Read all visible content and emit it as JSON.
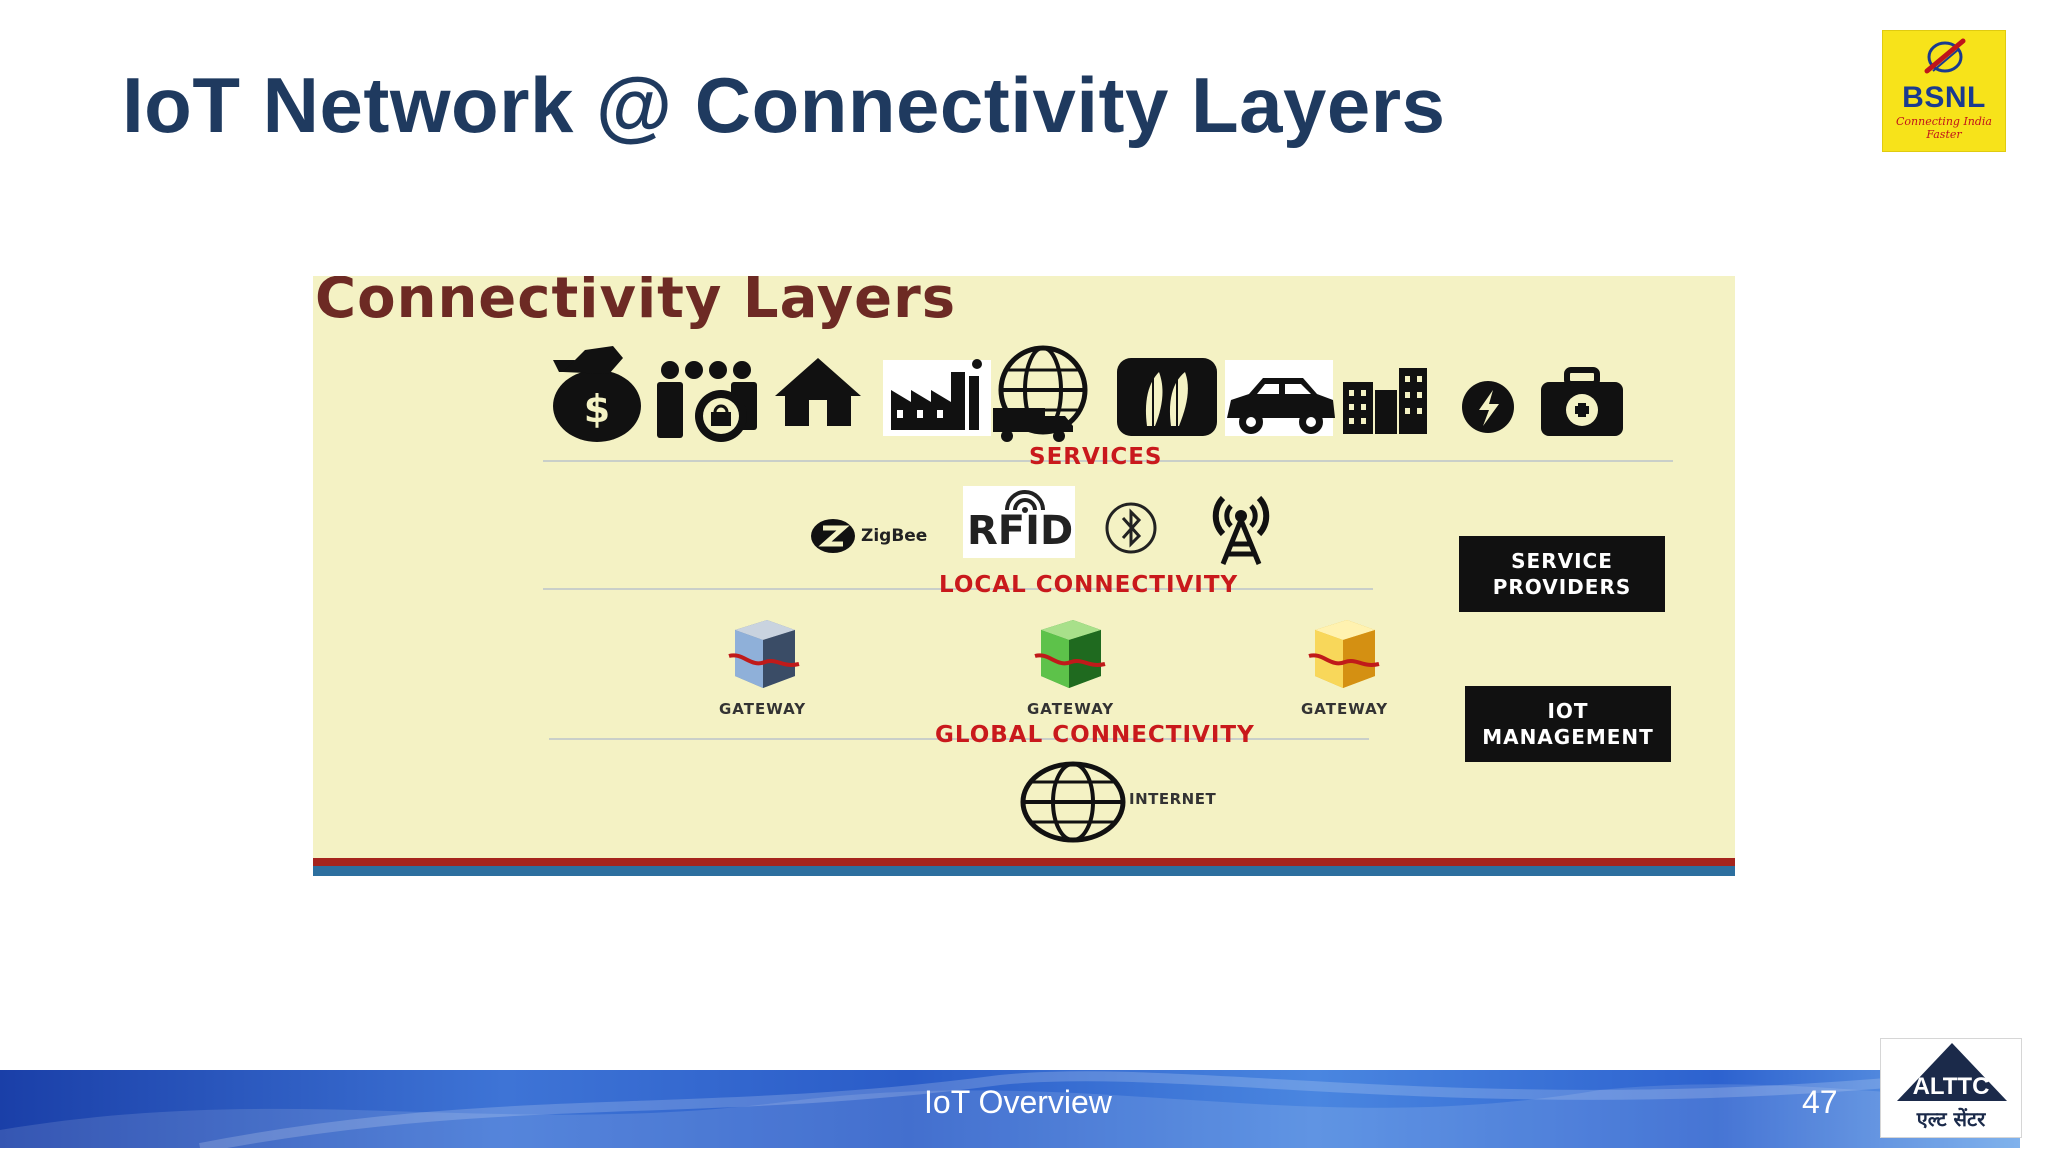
{
  "slide": {
    "title": "IoT Network @ Connectivity Layers",
    "footer_text": "IoT Overview",
    "page_number": "47"
  },
  "bsnl_logo": {
    "name": "BSNL",
    "tagline": "Connecting India Faster"
  },
  "altc_logo": {
    "name": "ALTTC",
    "hindi": "एल्ट सेंटर"
  },
  "figure": {
    "heading": "Connectivity Layers",
    "services_label": "SERVICES",
    "local_connectivity_label": "LOCAL CONNECTIVITY",
    "global_connectivity_label": "GLOBAL CONNECTIVITY",
    "zigbee_label": "ZigBee",
    "rfid_label": "RFID",
    "gateways": [
      "GATEWAY",
      "GATEWAY",
      "GATEWAY"
    ],
    "internet_label": "INTERNET",
    "service_providers": [
      "SERVICE",
      "PROVIDERS"
    ],
    "iot_management": [
      "IOT",
      "MANAGEMENT"
    ],
    "service_icons": [
      "money-bag-icon",
      "people-lock-icon",
      "home-icon",
      "factory-icon",
      "globe-truck-icon",
      "agriculture-icon",
      "car-icon",
      "buildings-icon",
      "energy-icon",
      "medical-kit-icon"
    ]
  },
  "colors": {
    "title": "#1f3a5f",
    "heading": "#6d2a24",
    "layer_label": "#c9191c",
    "figure_bg": "#f4f2c4",
    "bsnl_yellow": "#f7e31a",
    "footer_blue": "#2a5cc8"
  }
}
